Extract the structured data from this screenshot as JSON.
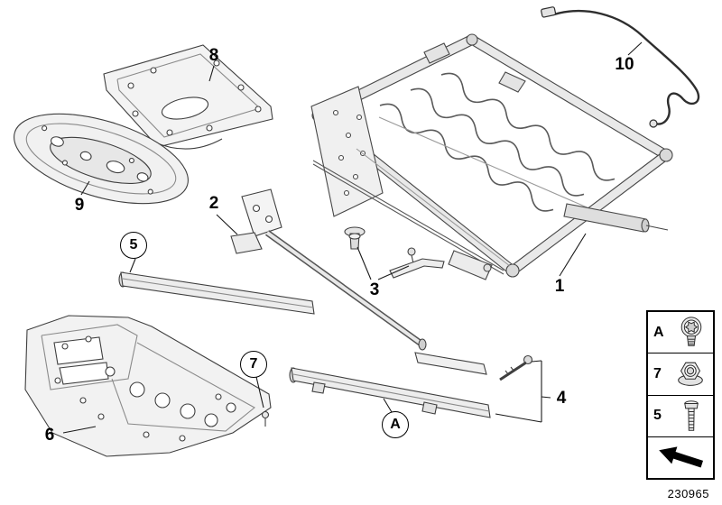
{
  "figure": {
    "type": "exploded-parts-diagram",
    "subject": "seat underframe",
    "drawing_number": "230965",
    "background_color": "#ffffff",
    "line_color": "#3f3f3f",
    "label_color": "#000000"
  },
  "callouts": [
    {
      "label": "1"
    },
    {
      "label": "2"
    },
    {
      "label": "3"
    },
    {
      "label": "4"
    },
    {
      "label": "6"
    },
    {
      "label": "8"
    },
    {
      "label": "9"
    },
    {
      "label": "10"
    }
  ],
  "circled_callouts": [
    {
      "label": "5"
    },
    {
      "label": "7"
    },
    {
      "label": "A"
    }
  ],
  "legend": {
    "rows": [
      {
        "label": "A",
        "icon": "torx-screw-icon"
      },
      {
        "label": "7",
        "icon": "flange-nut-icon"
      },
      {
        "label": "5",
        "icon": "hex-screw-icon"
      },
      {
        "label": "",
        "icon": "direction-arrow-icon"
      }
    ]
  }
}
